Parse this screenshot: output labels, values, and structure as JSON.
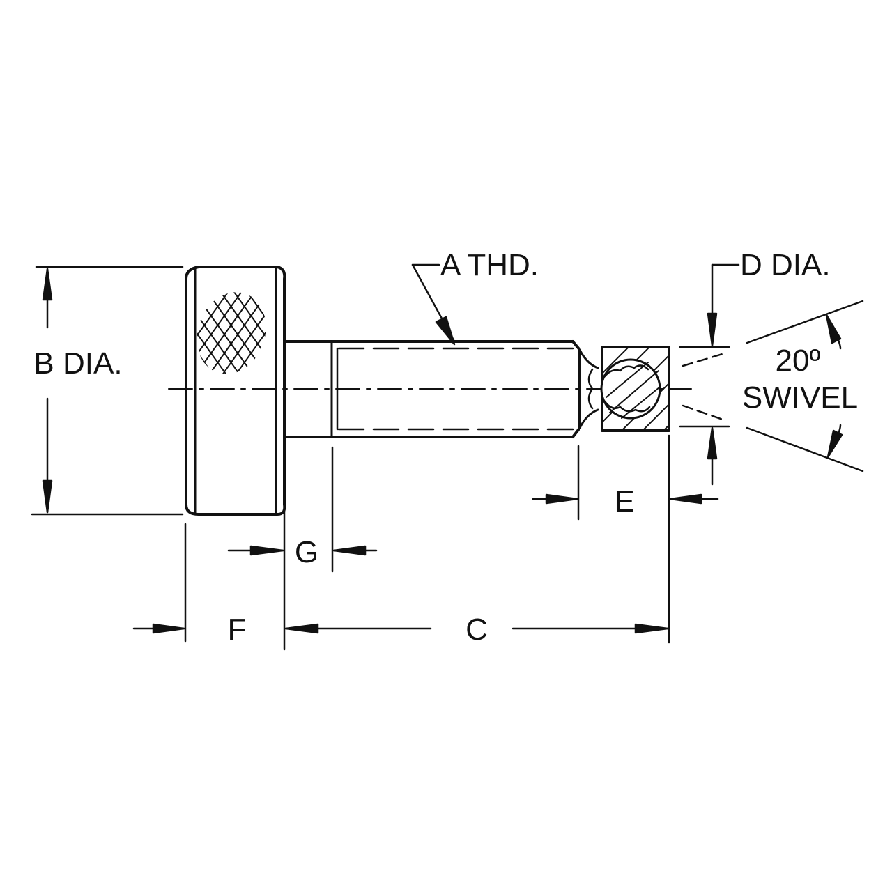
{
  "labels": {
    "a_thread": "A THD.",
    "b_dia": "B DIA.",
    "c": "C",
    "d_dia": "D DIA.",
    "e": "E",
    "f": "F",
    "g": "G",
    "swivel_angle": "20º",
    "swivel_word": "SWIVEL"
  },
  "colors": {
    "ink": "#111111",
    "background": "#ffffff"
  }
}
